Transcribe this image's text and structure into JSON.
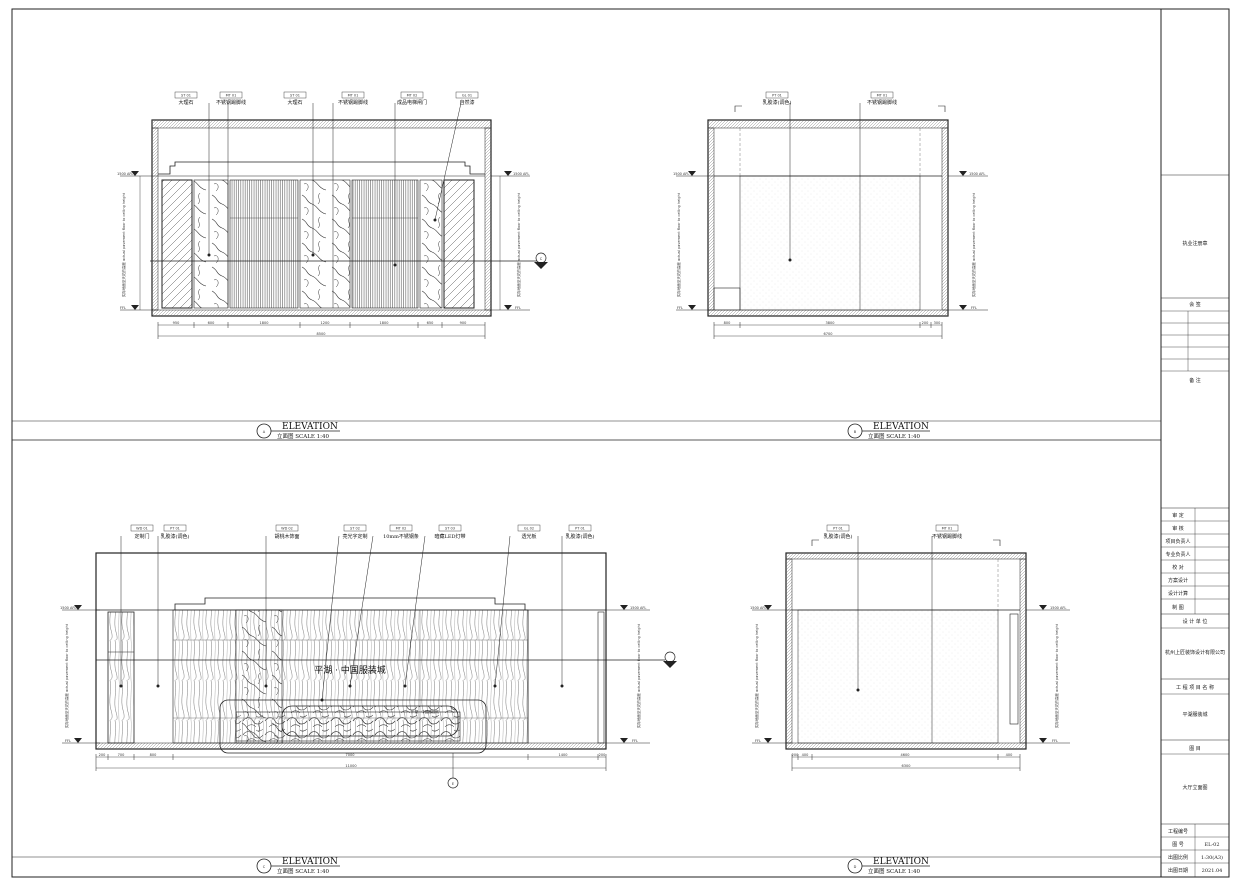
{
  "elevations": {
    "a": {
      "id": "A",
      "title": "ELEVATION",
      "subtitle": "立面图 SCALE 1:40",
      "level_top": "1500 AFL",
      "level_bottom": "FFL",
      "side_note": "实际地面至天花的高度 actual pavement floor to ceiling height",
      "callouts": [
        {
          "code": "ST 01",
          "text": "大理石"
        },
        {
          "code": "MT 01",
          "text": "不锈钢踢脚线"
        },
        {
          "code": "ST 01",
          "text": "大理石"
        },
        {
          "code": "MT 01",
          "text": "不锈钢踢脚线"
        },
        {
          "code": "MT 02",
          "text": "成品电梯闸门"
        },
        {
          "code": "GL 01",
          "text": "自然漆"
        }
      ],
      "dims": [
        "950",
        "600",
        "1800",
        "1200",
        "1800",
        "650",
        "900"
      ],
      "total": "8500",
      "section_mark": "C"
    },
    "b": {
      "id": "B",
      "title": "ELEVATION",
      "subtitle": "立面图 SCALE 1:40",
      "level_top": "1500 AFL",
      "level_bottom": "FFL",
      "side_note": "实际地面至天花的高度 actual pavement floor to ceiling height",
      "callouts": [
        {
          "code": "PT 01",
          "text": "乳胶漆(调色)"
        },
        {
          "code": "MT 01",
          "text": "不锈钢踢脚线"
        }
      ],
      "dims": [
        "800",
        "3800",
        "200",
        "300"
      ],
      "total": "6700"
    },
    "c": {
      "id": "C",
      "title": "ELEVATION",
      "subtitle": "立面图 SCALE 1:40",
      "level_top": "1500 AFL",
      "level_bottom": "FFL",
      "side_note": "实际地面至天花的高度 actual pavement floor to ceiling height",
      "callouts": [
        {
          "code": "WD 01",
          "text": "定制门"
        },
        {
          "code": "PT 01",
          "text": "乳胶漆(调色)"
        },
        {
          "code": "WD 02",
          "text": "胡桃木饰面"
        },
        {
          "code": "ST 02",
          "text": "亮光字定制"
        },
        {
          "code": "MT 02",
          "text": "10mm不锈钢条"
        },
        {
          "code": "ST 03",
          "text": "暗藏LED灯带"
        },
        {
          "code": "GL 02",
          "text": "透光板"
        },
        {
          "code": "PT 01",
          "text": "乳胶漆(调色)"
        }
      ],
      "sign_text": "平湖 · 中国服装城",
      "small_sign": "平湖 · 中国服装城",
      "dims": [
        "200",
        "700",
        "800",
        "7000",
        "1400",
        "200"
      ],
      "total": "11000",
      "section_mark": "E"
    },
    "d": {
      "id": "D",
      "title": "ELEVATION",
      "subtitle": "立面图 SCALE 1:40",
      "level_top": "1500 AFL",
      "level_bottom": "FFL",
      "side_note": "实际地面至天花的高度 actual pavement floor to ceiling height",
      "callouts": [
        {
          "code": "PT 01",
          "text": "乳胶漆(调色)"
        },
        {
          "code": "MT 01",
          "text": "不锈钢踢脚线"
        }
      ],
      "dims": [
        "200",
        "400",
        "4600",
        "400"
      ],
      "total": "6300"
    }
  },
  "title_block": {
    "seal": "执业注册章",
    "sign": "会 签",
    "remark": "备 注",
    "rows": [
      {
        "label": "审 定",
        "value": ""
      },
      {
        "label": "审 核",
        "value": ""
      },
      {
        "label": "项目负责人",
        "value": ""
      },
      {
        "label": "专业负责人",
        "value": ""
      },
      {
        "label": "校 对",
        "value": ""
      },
      {
        "label": "方案设计",
        "value": ""
      },
      {
        "label": "设计计算",
        "value": ""
      },
      {
        "label": "制 图",
        "value": ""
      }
    ],
    "design_unit_label": "设 计 单 位",
    "design_unit": "杭州上匠装饰设计有限公司",
    "project_label": "工 程 项 目 名 称",
    "project": "平湖服装城",
    "drawing_label": "图 目",
    "drawing": "大厅立面图",
    "meta": [
      {
        "label": "工程编号",
        "value": ""
      },
      {
        "label": "图 号",
        "value": "EL-02"
      },
      {
        "label": "出图比例",
        "value": "1:30(A3)"
      },
      {
        "label": "出图日期",
        "value": "2021.04"
      }
    ]
  }
}
